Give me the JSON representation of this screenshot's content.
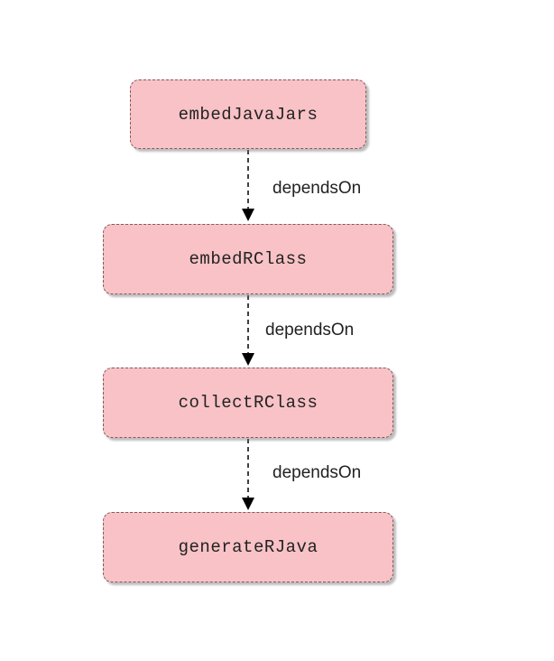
{
  "diagram": {
    "nodes": [
      {
        "label": "embedJavaJars"
      },
      {
        "label": "embedRClass"
      },
      {
        "label": "collectRClass"
      },
      {
        "label": "generateRJava"
      }
    ],
    "edges": [
      {
        "label": "dependsOn"
      },
      {
        "label": "dependsOn"
      },
      {
        "label": "dependsOn"
      }
    ]
  }
}
